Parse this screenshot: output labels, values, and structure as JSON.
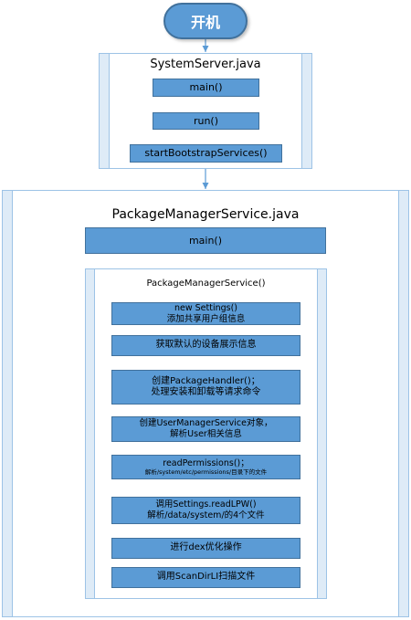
{
  "start": "开机",
  "system_server": {
    "title": "SystemServer.java",
    "steps": [
      "main()",
      "run()",
      "startBootstrapServices()"
    ]
  },
  "pms": {
    "title": "PackageManagerService.java",
    "main": "main()",
    "constructor": {
      "title": "PackageManagerService()",
      "steps": [
        {
          "line1": "new Settings()",
          "line2": "添加共享用户组信息"
        },
        {
          "line1": "获取默认的设备展示信息",
          "line2": ""
        },
        {
          "line1": "创建PackageHandler()；",
          "line2": "处理安装和卸载等请求命令"
        },
        {
          "line1": "创建UserManagerService对象，",
          "line2": "解析User相关信息"
        },
        {
          "line1": "readPermissions()；",
          "line2": "解析/system/etc/permissions/目录下的文件"
        },
        {
          "line1": "调用Settings.readLPW()",
          "line2": "解析/data/system/的4个文件"
        },
        {
          "line1": "进行dex优化操作",
          "line2": ""
        },
        {
          "line1": "调用ScanDirLI扫描文件",
          "line2": ""
        }
      ]
    }
  }
}
